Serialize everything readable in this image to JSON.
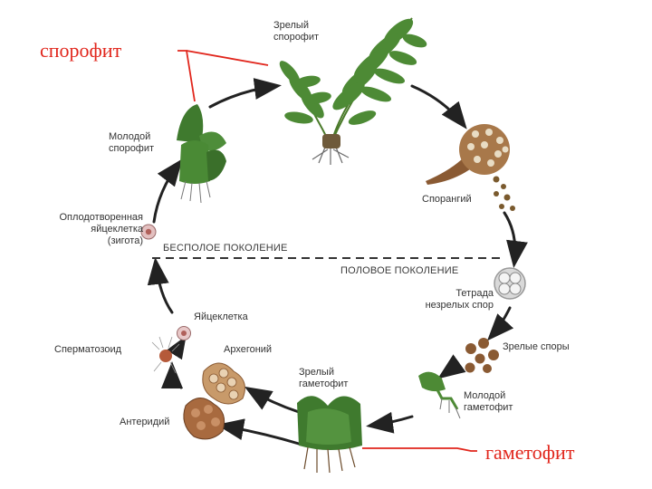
{
  "labels": {
    "mature_sporophyte": [
      "Зрелый",
      "спорофит"
    ],
    "young_sporophyte": [
      "Молодой",
      "спорофит"
    ],
    "fertilized_egg": [
      "Оплодотворенная",
      "яйцеклетка",
      "(зигота)"
    ],
    "sporangium": "Спорангий",
    "tetrad": [
      "Тетрада",
      "незрелых спор"
    ],
    "mature_spores": "Зрелые споры",
    "young_gametophyte": [
      "Молодой",
      "гаметофит"
    ],
    "mature_gametophyte": [
      "Зрелый",
      "гаметофит"
    ],
    "egg_cell": "Яйцеклетка",
    "archegonium": "Архегоний",
    "spermatozoid": "Сперматозоид",
    "antheridium": "Антеридий"
  },
  "generations": {
    "asexual": "БЕСПОЛОЕ ПОКОЛЕНИЕ",
    "sexual": "ПОЛОВОЕ ПОКОЛЕНИЕ"
  },
  "callouts": {
    "sporophyte": "спорофит",
    "gametophyte": "гаметофит"
  },
  "colors": {
    "callout": "#e1261c",
    "arrow": "#222222",
    "plant_green": "#3f7a2e",
    "spore_brown": "#8a5a33"
  }
}
